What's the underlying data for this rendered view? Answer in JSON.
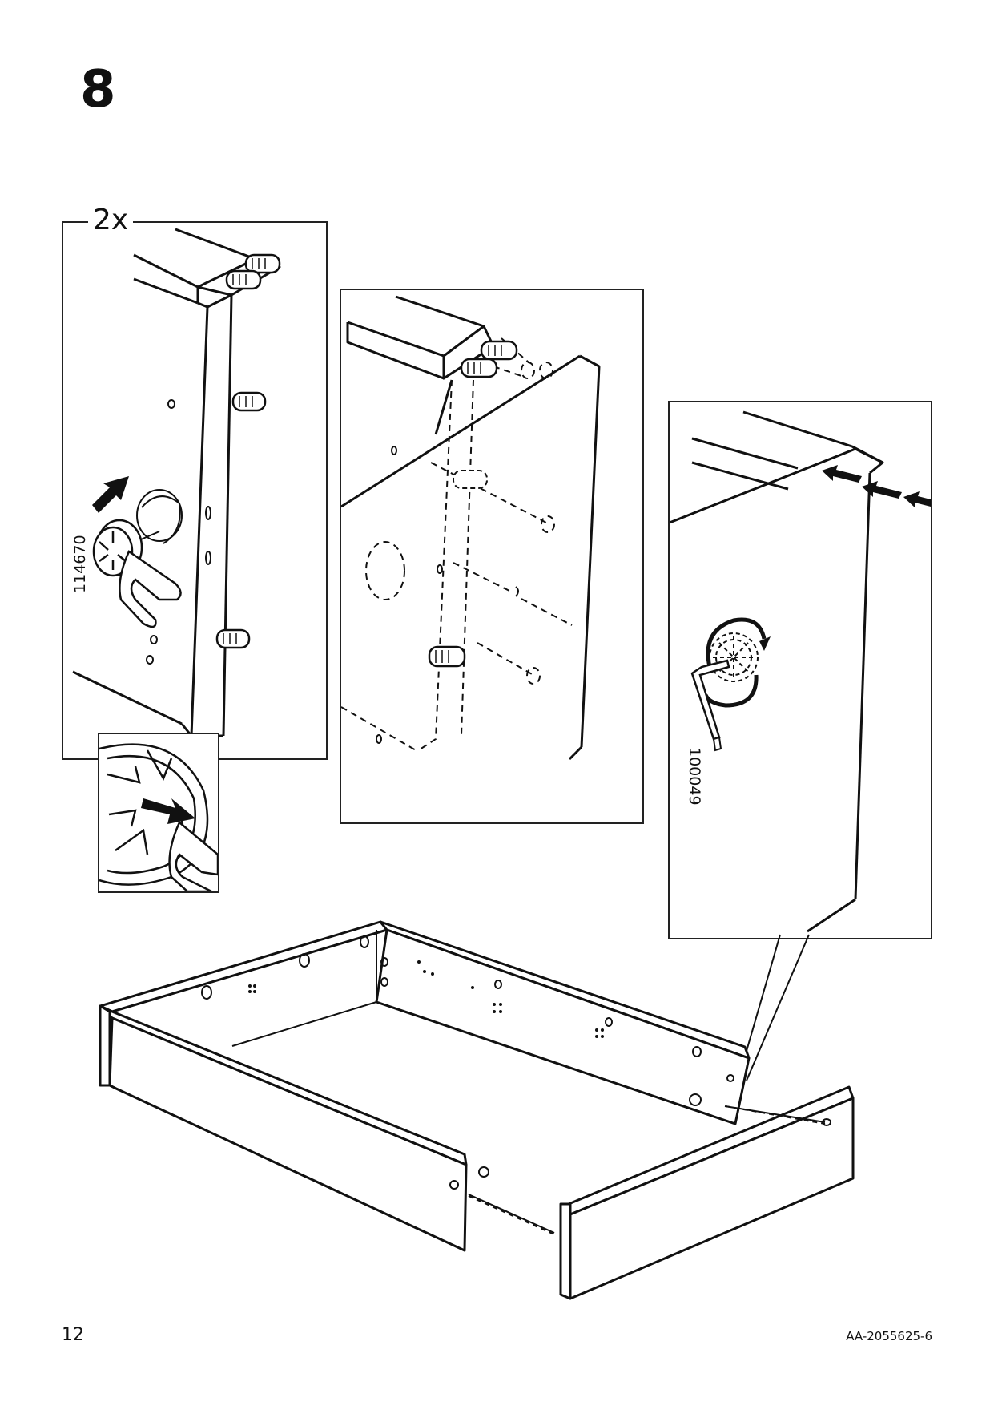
{
  "step": {
    "number": "8",
    "quantity": "2x"
  },
  "parts": {
    "dowel_tool": "114670",
    "cam_tool": "100049"
  },
  "footer": {
    "page_number": "12",
    "document_id": "AA-2055625-6"
  },
  "icons": [
    "push-arrow-icon",
    "finger-press-icon",
    "cam-lock-fitting-icon",
    "hex-key-icon",
    "rotate-clockwise-icon"
  ]
}
